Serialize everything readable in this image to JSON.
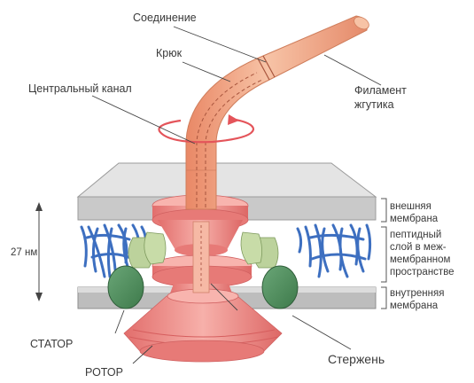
{
  "labels": {
    "connection": "Соединение",
    "hook": "Крюк",
    "central_channel": "Центральный канал",
    "filament_line1": "Филамент",
    "filament_line2": "жгутика",
    "outer_membrane_line1": "внешняя",
    "outer_membrane_line2": "мембрана",
    "peptide_layer_line1": "пептидный",
    "peptide_layer_line2": "слой в меж-",
    "peptide_layer_line3": "мембранном",
    "peptide_layer_line4": "пространстве",
    "inner_membrane_line1": "внутренняя",
    "inner_membrane_line2": "мембрана",
    "size": "27 нм",
    "stator": "СТАТОР",
    "rotor": "РОТОР",
    "rod": "Стержень"
  },
  "colors": {
    "flagellum": "#f0a27f",
    "flagellum_light": "#f7c3a6",
    "rotor": "#ef8a86",
    "rotor_dark": "#dc6565",
    "rotor_light": "#f8b4ae",
    "membrane_face": "#cfcfcf",
    "membrane_top": "#e3e3e3",
    "membrane_edge": "#9b9b9b",
    "peptide": "#3d6fc0",
    "stator": "#4f8f5c",
    "stator_light": "#bcd29c",
    "rotation_arrow": "#e4545a"
  }
}
